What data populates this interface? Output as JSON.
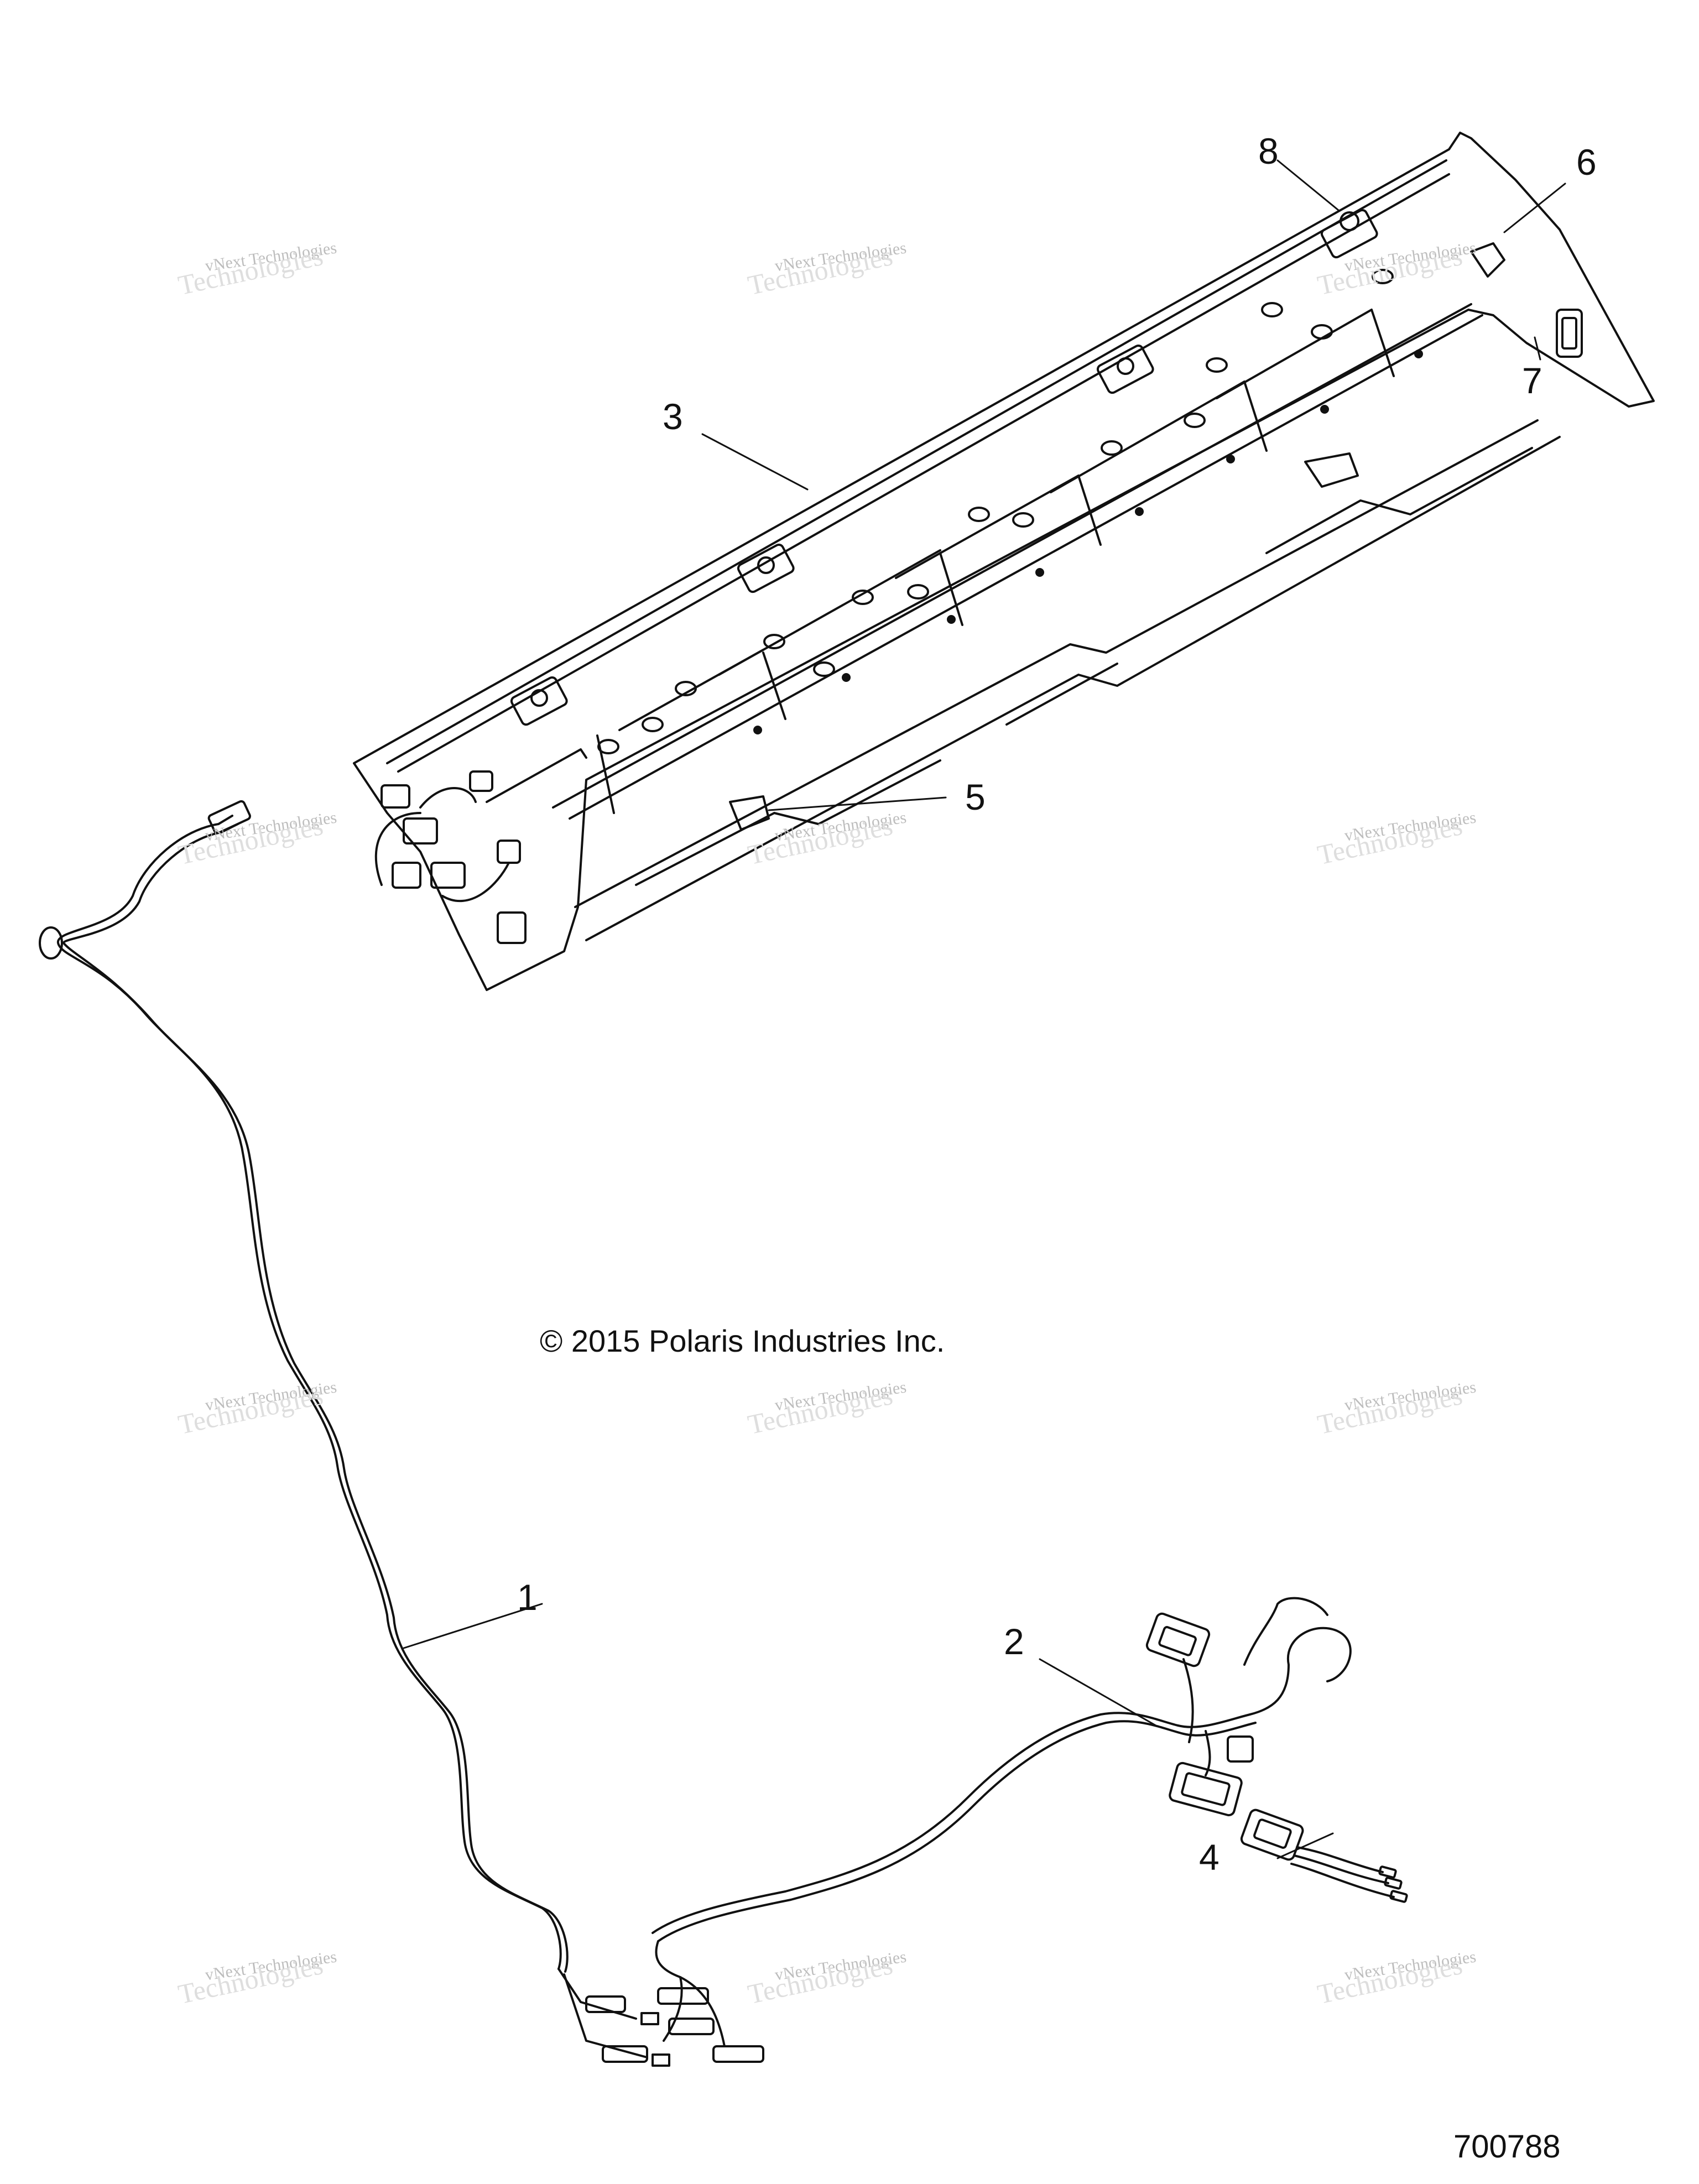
{
  "callouts": [
    {
      "id": "1",
      "label": "1"
    },
    {
      "id": "2",
      "label": "2"
    },
    {
      "id": "3",
      "label": "3"
    },
    {
      "id": "4",
      "label": "4"
    },
    {
      "id": "5",
      "label": "5"
    },
    {
      "id": "6",
      "label": "6"
    },
    {
      "id": "7",
      "label": "7"
    },
    {
      "id": "8",
      "label": "8"
    }
  ],
  "copyright": "© 2015 Polaris Industries Inc.",
  "figure_number": "700788",
  "watermark": {
    "line1": "vNext Technologies",
    "line2": "Technologies"
  },
  "colors": {
    "line": "#111111",
    "watermark": "#cfcfcf"
  }
}
